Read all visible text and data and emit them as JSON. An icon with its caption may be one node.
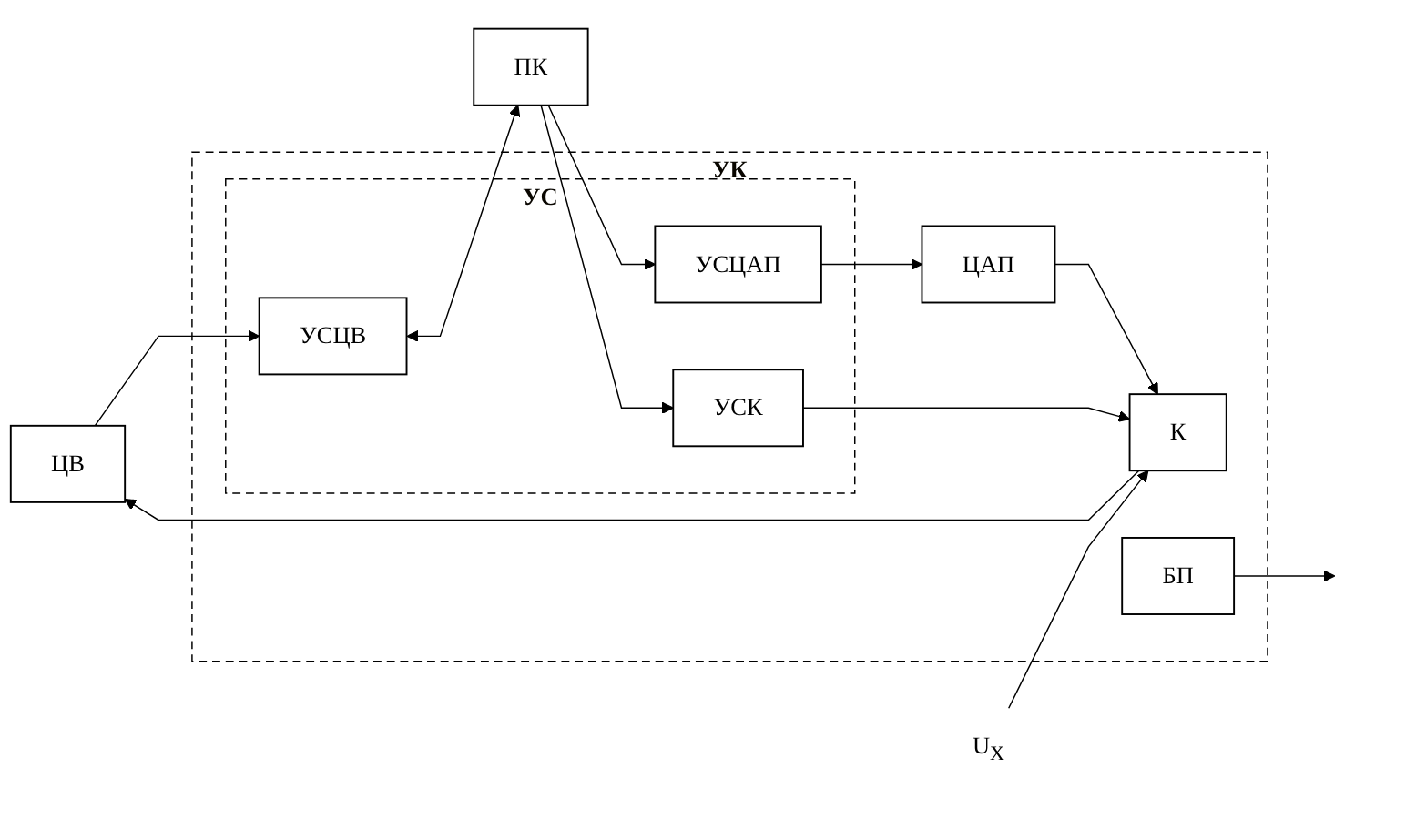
{
  "diagram": {
    "nodes": [
      {
        "text": [
          "ЦВ"
        ]
      },
      {
        "text": [
          "УК"
        ]
      },
      {
        "text": [
          "УС"
        ],
        "in": 1
      },
      {
        "text": [
          "УСЦВ"
        ],
        "in": 2
      },
      {
        "text": [
          "ПК"
        ]
      },
      {
        "text": [
          "ЦАП"
        ],
        "in": 1
      },
      {
        "text": [
          "УСЦАП"
        ],
        "in": 2
      },
      {
        "text": [
          "К"
        ],
        "in": 1
      },
      {
        "text": [
          "УСК"
        ],
        "in": 2
      },
      {
        "text": [
          "БП"
        ],
        "in": 1
      },
      {
        "text": [
          "U$_{X}$"
        ]
      }
    ],
    "edges": [
      {
        "from": 0,
        "to": 3,
        "arrow": "to"
      },
      {
        "from": 3,
        "to": 4,
        "arrow": "both"
      },
      {
        "from": 4,
        "to": 6,
        "arrow": "to"
      },
      {
        "from": 4,
        "to": 8,
        "arrow": "to"
      },
      {
        "from": 6,
        "to": 5,
        "arrow": "to"
      },
      {
        "from": 5,
        "to": 7,
        "arrow": "to"
      },
      {
        "from": 7,
        "to": 0,
        "arrow": "to"
      },
      {
        "from": 10,
        "to": 7,
        "arrow": "to"
      },
      {
        "from": 8,
        "to": 7,
        "arrow": "to"
      },
      {
        "from": 9,
        "to": null,
        "arrow": "to"
      }
    ]
  }
}
